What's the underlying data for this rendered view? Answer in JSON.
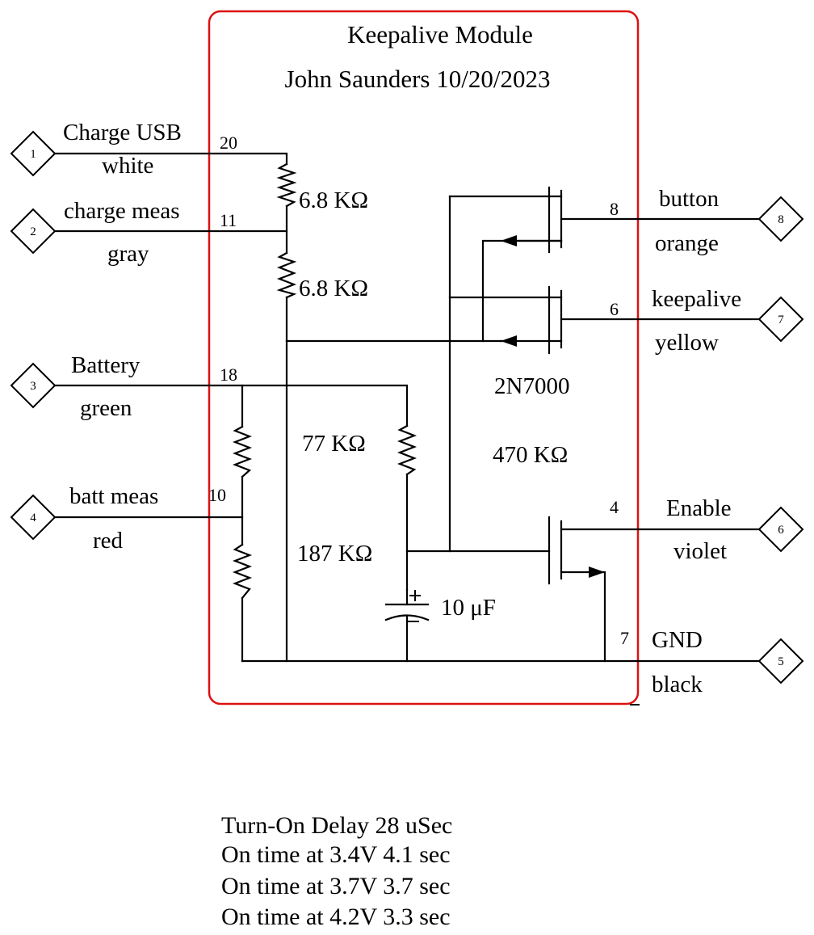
{
  "module": {
    "title": "Keepalive Module",
    "author": "John Saunders 10/20/2023",
    "border_color": "#dd1111"
  },
  "connectors": [
    {
      "id": "1",
      "pin": "20",
      "name": "Charge USB",
      "wire": "white"
    },
    {
      "id": "2",
      "pin": "11",
      "name": "charge meas",
      "wire": "gray"
    },
    {
      "id": "3",
      "pin": "18",
      "name": "Battery",
      "wire": "green"
    },
    {
      "id": "4",
      "pin": "10",
      "name": "batt meas",
      "wire": "red"
    },
    {
      "id": "8",
      "pin": "8",
      "name": "button",
      "wire": "orange"
    },
    {
      "id": "7",
      "pin": "6",
      "name": "keepalive",
      "wire": "yellow"
    },
    {
      "id": "6",
      "pin": "4",
      "name": "Enable",
      "wire": "violet"
    },
    {
      "id": "5",
      "pin": "7",
      "name": "GND",
      "wire": "black"
    }
  ],
  "components": {
    "r1": "6.8 KΩ",
    "r2": "6.8 KΩ",
    "r3": "77 KΩ",
    "r4": "187 KΩ",
    "r5": "470 KΩ",
    "c1": "10 μF",
    "mosfet": "2N7000"
  },
  "notes": [
    "Turn-On Delay 28 uSec",
    "On time at 3.4V 4.1 sec",
    "On time at 3.7V 3.7 sec",
    "On time at 4.2V 3.3 sec"
  ]
}
